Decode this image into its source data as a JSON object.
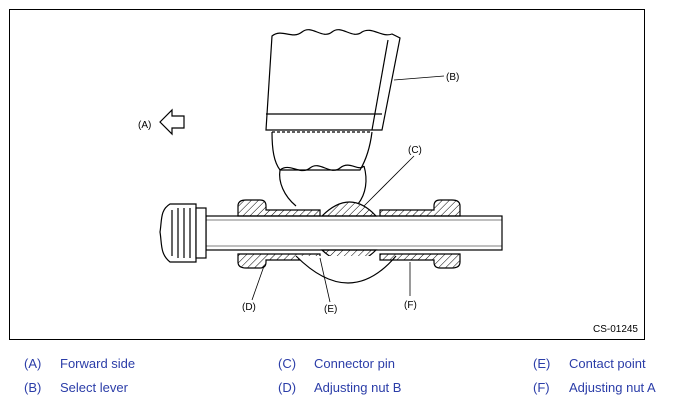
{
  "figure": {
    "code": "CS-01245",
    "labels": {
      "a": "(A)",
      "b": "(B)",
      "c": "(C)",
      "d": "(D)",
      "e": "(E)",
      "f": "(F)"
    }
  },
  "legend": [
    {
      "code": "(A)",
      "text": "Forward side"
    },
    {
      "code": "(B)",
      "text": "Select lever"
    },
    {
      "code": "(C)",
      "text": "Connector pin"
    },
    {
      "code": "(D)",
      "text": "Adjusting nut B"
    },
    {
      "code": "(E)",
      "text": "Contact point"
    },
    {
      "code": "(F)",
      "text": "Adjusting nut A"
    }
  ],
  "colors": {
    "legend_text": "#2b3da8",
    "line": "#000000"
  }
}
